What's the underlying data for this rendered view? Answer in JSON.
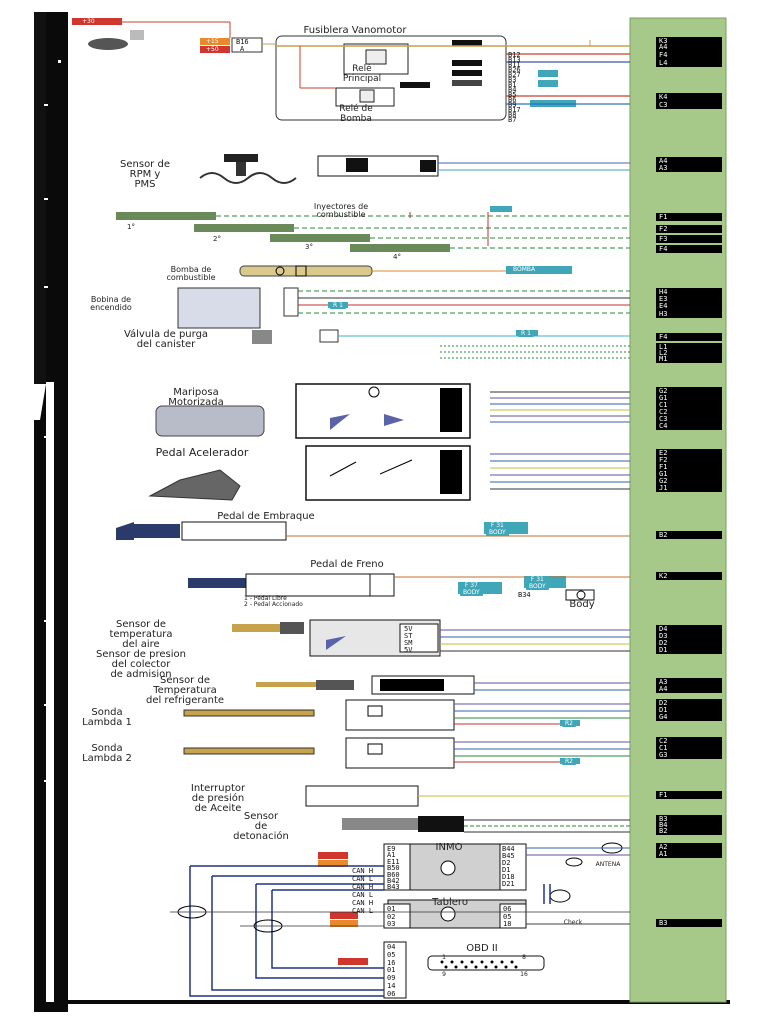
{
  "fusebox": {
    "title": "Fusiblera Vanomotor",
    "relay_main": "Relé\nPrincipal",
    "relay_pump": "Relé de\nBomba",
    "pins": [
      "B12",
      "B13",
      "B11",
      "B26",
      "B27",
      "B3",
      "B1",
      "B4",
      "B5",
      "B6",
      "B9",
      "B17",
      "B8",
      "B7"
    ]
  },
  "top_fuses": [
    "+30",
    "+15",
    "+50",
    "B16",
    "A"
  ],
  "components": {
    "rpm": "Sensor de\nRPM y\nPMS",
    "injectors": "Inyectores de\ncombustible",
    "injector_numbers": [
      "1°",
      "2°",
      "3°",
      "4°"
    ],
    "pump": "Bomba de\ncombustible",
    "coil": "Bobina de\nencendido",
    "purge": "Válvula de purga\ndel canister",
    "throttle": "Mariposa\nMotorizada",
    "pedal_acc": "Pedal Acelerador",
    "clutch": "Pedal de Embraque",
    "brake": "Pedal de Freno",
    "brake_notes": [
      "1 - Pedal Libre",
      "2 - Pedal Accionado"
    ],
    "map": "Sensor de\ntemperatura\ndel aire\nSensor de presion\ndel colector\nde admision",
    "coolant": "Sensor de\nTemperatura\ndel refrigerante",
    "lambda1": "Sonda\nLambda 1",
    "lambda2": "Sonda\nLambda 2",
    "oil": "Interruptor\nde presión\nde Aceite",
    "knock": "Sensor\nde\ndetonación",
    "inmo": "INMO",
    "tablero": "Tablero",
    "obd": "OBD II",
    "obd_pins": [
      "1",
      "8",
      "9",
      "16"
    ],
    "body": "Body",
    "antena": "ANTENA",
    "check": "Check"
  },
  "tags": {
    "bomba": "BOMBA",
    "r1": "R 1",
    "r2": "R2",
    "body_f": "F 31\nBODY",
    "body_f37": "F 37\nBODY",
    "b34": "B34"
  },
  "map_pins": [
    "5V",
    "ST",
    "SM",
    "5V"
  ],
  "connector_labels": [
    "K3",
    "A4",
    "F4",
    "L4",
    "K4",
    "C3",
    "A4",
    "A3",
    "F1",
    "F2",
    "F3",
    "F4",
    "H4",
    "E3",
    "E4",
    "H3",
    "F4",
    "L1",
    "L2",
    "M1",
    "G2",
    "G1",
    "C1",
    "C2",
    "C3",
    "C4",
    "E2",
    "F2",
    "F1",
    "G1",
    "G2",
    "J1",
    "B2",
    "K2",
    "D4",
    "D3",
    "D2",
    "D1",
    "A3",
    "A4",
    "D2",
    "D1",
    "G4",
    "C2",
    "C1",
    "G3",
    "F1",
    "B3",
    "B4",
    "B2",
    "A2",
    "A1",
    "B3"
  ],
  "inmo_pins_left": [
    "E9",
    "A1",
    "E11",
    "B50",
    "B60",
    "B42",
    "B43"
  ],
  "inmo_pins_right": [
    "B44",
    "B45",
    "D2",
    "D1",
    "D18",
    "D21"
  ],
  "tablero_pins_left": [
    "01",
    "02",
    "03"
  ],
  "tablero_pins_right": [
    "06",
    "05",
    "18"
  ],
  "obd_wire_pins": [
    "04",
    "05",
    "16",
    "01",
    "09",
    "14",
    "06"
  ],
  "can_labels": [
    "CAN H",
    "CAN L",
    "CAN H",
    "CAN L",
    "CAN H",
    "CAN L"
  ]
}
